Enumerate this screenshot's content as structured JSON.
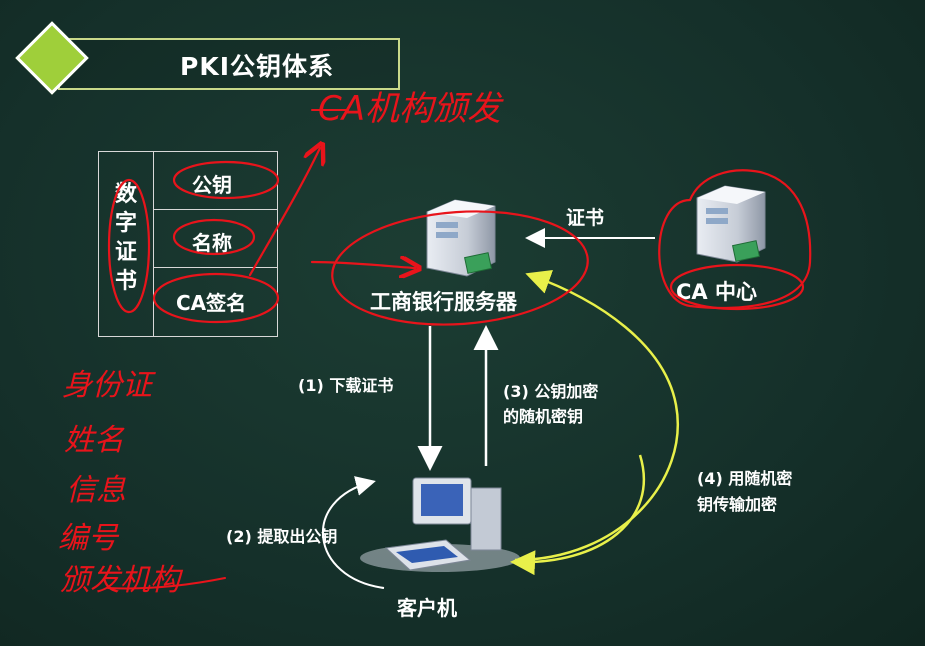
{
  "slide": {
    "title": "PKI公钥体系",
    "colors": {
      "background": "#16332b",
      "accent": "#9fcf3a",
      "annotation": "#e8141b",
      "arrow_yellow": "#e8f04a"
    }
  },
  "certificate": {
    "vertical_label": "数字证书",
    "fields": [
      "公钥",
      "名称",
      "CA签名"
    ]
  },
  "nodes": {
    "bank_server": "工商银行服务器",
    "ca_center": "CA  中心",
    "client": "客户机"
  },
  "flow_labels": {
    "cert": "证书",
    "step1": "(1) 下载证书",
    "step2": "(2) 提取出公钥",
    "step3_line1": "(3) 公钥加密",
    "step3_line2": "的随机密钥",
    "step4_line1": "(4) 用随机密",
    "step4_line2": "钥传输加密"
  },
  "icons": [
    "server-icon",
    "server-icon",
    "computer-icon"
  ],
  "handwritten_notes": {
    "top": "CA机构颁发",
    "left": [
      "身份证",
      "姓名",
      "信息",
      "编号",
      "颁发机构"
    ]
  }
}
